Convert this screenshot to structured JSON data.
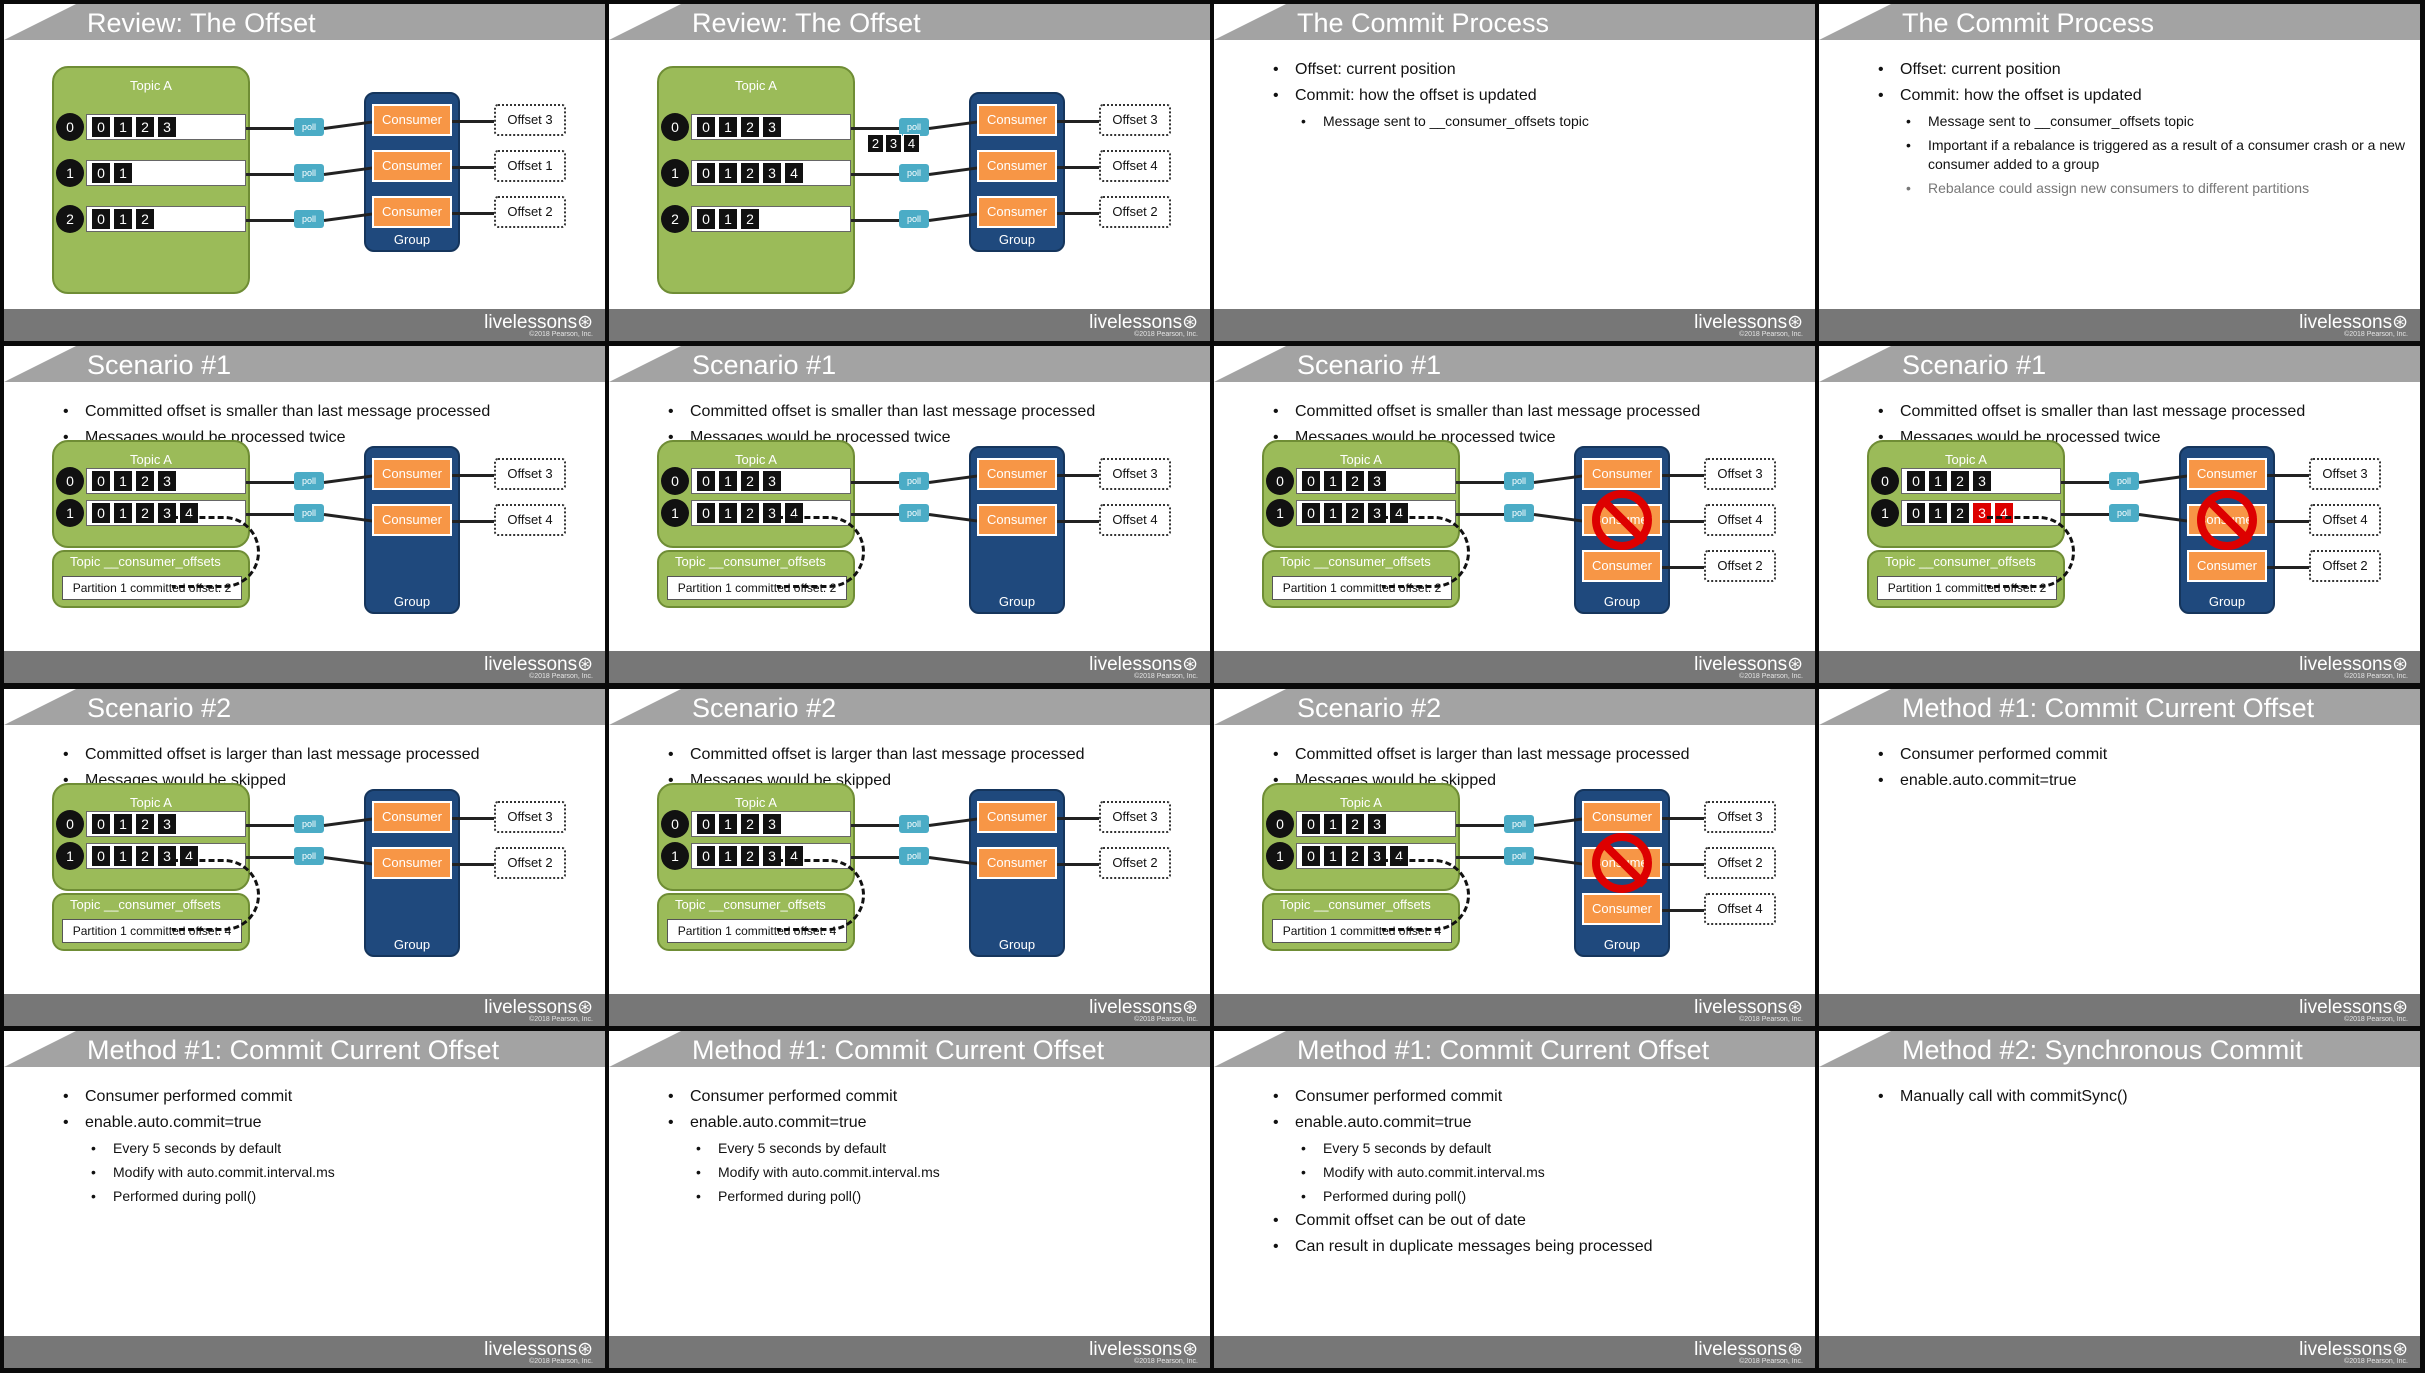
{
  "footer": {
    "logo": "livelessons⊛",
    "copyright": "©2018 Pearson, Inc."
  },
  "labels": {
    "topic": "Topic A",
    "consumer": "Consumer",
    "group": "Group",
    "poll": "poll",
    "offsets_topic": "Topic __consumer_offsets"
  },
  "slides": [
    {
      "title": "Review: The Offset",
      "bullets": [],
      "diagram": {
        "rows": [
          [
            "0",
            "1",
            "2",
            "3"
          ],
          [
            "0",
            "1"
          ],
          [
            "0",
            "1",
            "2"
          ]
        ],
        "offsets": [
          "Offset 3",
          "Offset 1",
          "Offset 2"
        ],
        "consumers": 3,
        "moving": []
      }
    },
    {
      "title": "Review: The Offset",
      "bullets": [],
      "diagram": {
        "rows": [
          [
            "0",
            "1",
            "2",
            "3"
          ],
          [
            "0",
            "1",
            "2",
            "3",
            "4"
          ],
          [
            "0",
            "1",
            "2"
          ]
        ],
        "offsets": [
          "Offset 3",
          "Offset 4",
          "Offset 2"
        ],
        "consumers": 3,
        "moving": [
          "2",
          "3",
          "4"
        ]
      }
    },
    {
      "title": "The Commit Process",
      "bullets": [
        {
          "text": "Offset: current position",
          "level": 1
        },
        {
          "text": "Commit: how the offset is updated",
          "level": 1
        },
        {
          "text": "Message sent to __consumer_offsets topic",
          "level": 2
        }
      ]
    },
    {
      "title": "The Commit Process",
      "bullets": [
        {
          "text": "Offset: current position",
          "level": 1
        },
        {
          "text": "Commit: how the offset is updated",
          "level": 1
        },
        {
          "text": "Message sent to __consumer_offsets topic",
          "level": 2
        },
        {
          "text": "Important if a rebalance is triggered as a result of a consumer crash or a new consumer added to a group",
          "level": 2,
          "wrap": true
        },
        {
          "text": "Rebalance could assign new consumers to different partitions",
          "level": 2,
          "gray": true
        }
      ]
    },
    {
      "title": "Scenario #1",
      "bullets": [
        {
          "text": "Committed offset is smaller than last message processed",
          "level": 1
        },
        {
          "text": "Messages would be processed twice",
          "level": 1
        }
      ],
      "diagram": {
        "rows": [
          [
            "0",
            "1",
            "2",
            "3"
          ],
          [
            "0",
            "1",
            "2",
            "3",
            "4"
          ]
        ],
        "offsets": [
          "Offset 3",
          "Offset 4"
        ],
        "consumers": 2,
        "committed": "Partition 1 committed offset: 2"
      }
    },
    {
      "title": "Scenario #1",
      "bullets": [
        {
          "text": "Committed offset is smaller than last message processed",
          "level": 1
        },
        {
          "text": "Messages would be processed twice",
          "level": 1
        }
      ],
      "diagram": {
        "rows": [
          [
            "0",
            "1",
            "2",
            "3"
          ],
          [
            "0",
            "1",
            "2",
            "3",
            "4"
          ]
        ],
        "offsets": [
          "Offset 3",
          "Offset 4"
        ],
        "consumers": 2,
        "committed": "Partition 1 committed offset: 2"
      }
    },
    {
      "title": "Scenario #1",
      "bullets": [
        {
          "text": "Committed offset is smaller than last message processed",
          "level": 1
        },
        {
          "text": "Messages would be processed twice",
          "level": 1
        }
      ],
      "diagram": {
        "rows": [
          [
            "0",
            "1",
            "2",
            "3"
          ],
          [
            "0",
            "1",
            "2",
            "3",
            "4"
          ]
        ],
        "offsets": [
          "Offset 3",
          "Offset 4",
          "Offset 2"
        ],
        "consumers": 3,
        "crashed": true,
        "committed": "Partition 1 committed offset: 2"
      }
    },
    {
      "title": "Scenario #1",
      "bullets": [
        {
          "text": "Committed offset is smaller than last message processed",
          "level": 1
        },
        {
          "text": "Messages would be processed twice",
          "level": 1
        }
      ],
      "diagram": {
        "rows": [
          [
            "0",
            "1",
            "2",
            "3"
          ],
          [
            "0",
            "1",
            "2",
            "3",
            "4"
          ]
        ],
        "offsets": [
          "Offset 3",
          "Offset 4",
          "Offset 2"
        ],
        "consumers": 3,
        "crashed": true,
        "red": [
          "3",
          "4"
        ],
        "committed": "Partition 1 committed offset: 2"
      }
    },
    {
      "title": "Scenario #2",
      "bullets": [
        {
          "text": "Committed offset is larger than last message processed",
          "level": 1
        },
        {
          "text": "Messages would be skipped",
          "level": 1
        }
      ],
      "diagram": {
        "rows": [
          [
            "0",
            "1",
            "2",
            "3"
          ],
          [
            "0",
            "1",
            "2",
            "3",
            "4"
          ]
        ],
        "offsets": [
          "Offset 3",
          "Offset 2"
        ],
        "consumers": 2,
        "committed": "Partition 1 committed offset: 4"
      }
    },
    {
      "title": "Scenario #2",
      "bullets": [
        {
          "text": "Committed offset is larger than last message processed",
          "level": 1
        },
        {
          "text": "Messages would be skipped",
          "level": 1
        }
      ],
      "diagram": {
        "rows": [
          [
            "0",
            "1",
            "2",
            "3"
          ],
          [
            "0",
            "1",
            "2",
            "3",
            "4"
          ]
        ],
        "offsets": [
          "Offset 3",
          "Offset 2"
        ],
        "consumers": 2,
        "committed": "Partition 1 committed offset: 4"
      }
    },
    {
      "title": "Scenario #2",
      "bullets": [
        {
          "text": "Committed offset is larger than last message processed",
          "level": 1
        },
        {
          "text": "Messages would be skipped",
          "level": 1
        }
      ],
      "diagram": {
        "rows": [
          [
            "0",
            "1",
            "2",
            "3"
          ],
          [
            "0",
            "1",
            "2",
            "3",
            "4"
          ]
        ],
        "offsets": [
          "Offset 3",
          "Offset 2",
          "Offset 4"
        ],
        "consumers": 3,
        "crashed": true,
        "committed": "Partition 1 committed offset: 4"
      }
    },
    {
      "title": "Method #1: Commit Current Offset",
      "bullets": [
        {
          "text": "Consumer performed commit",
          "level": 1
        },
        {
          "text": "enable.auto.commit=true",
          "level": 1
        }
      ]
    },
    {
      "title": "Method #1: Commit Current Offset",
      "bullets": [
        {
          "text": "Consumer performed commit",
          "level": 1
        },
        {
          "text": "enable.auto.commit=true",
          "level": 1
        },
        {
          "text": "Every 5 seconds by default",
          "level": 2
        },
        {
          "text": "Modify with auto.commit.interval.ms",
          "level": 2
        },
        {
          "text": "Performed during poll()",
          "level": 2
        }
      ]
    },
    {
      "title": "Method #1: Commit Current Offset",
      "bullets": [
        {
          "text": "Consumer performed commit",
          "level": 1
        },
        {
          "text": "enable.auto.commit=true",
          "level": 1
        },
        {
          "text": "Every 5 seconds by default",
          "level": 2
        },
        {
          "text": "Modify with auto.commit.interval.ms",
          "level": 2
        },
        {
          "text": "Performed during poll()",
          "level": 2
        }
      ]
    },
    {
      "title": "Method #1: Commit Current Offset",
      "bullets": [
        {
          "text": "Consumer performed commit",
          "level": 1
        },
        {
          "text": "enable.auto.commit=true",
          "level": 1
        },
        {
          "text": "Every 5 seconds by default",
          "level": 2
        },
        {
          "text": "Modify with auto.commit.interval.ms",
          "level": 2
        },
        {
          "text": "Performed during poll()",
          "level": 2
        },
        {
          "text": "Commit offset can be out of date",
          "level": 1
        },
        {
          "text": "Can result in duplicate messages being processed",
          "level": 1
        }
      ]
    },
    {
      "title": "Method #2: Synchronous Commit",
      "bullets": [
        {
          "text": "Manually call with commitSync()",
          "level": 1
        }
      ]
    }
  ]
}
